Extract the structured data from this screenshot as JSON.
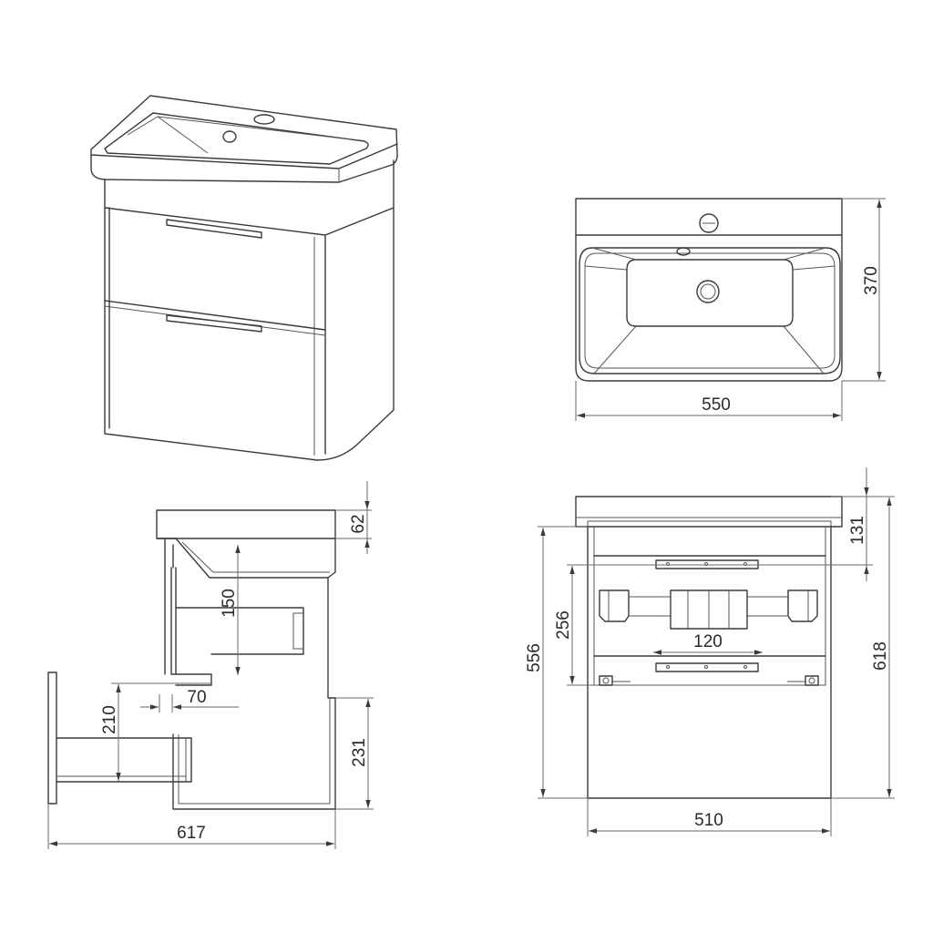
{
  "dimensions": {
    "top_width": "550",
    "top_depth": "370",
    "side_sink_height": "62",
    "side_drawer_height": "150",
    "side_siphon_offset": "70",
    "side_pipe_height": "210",
    "side_lower_height": "231",
    "side_total_depth": "617",
    "front_top_height": "131",
    "front_drawer_height": "256",
    "front_body_height": "556",
    "front_total_height": "618",
    "front_rail_spacing": "120",
    "front_width": "510"
  }
}
